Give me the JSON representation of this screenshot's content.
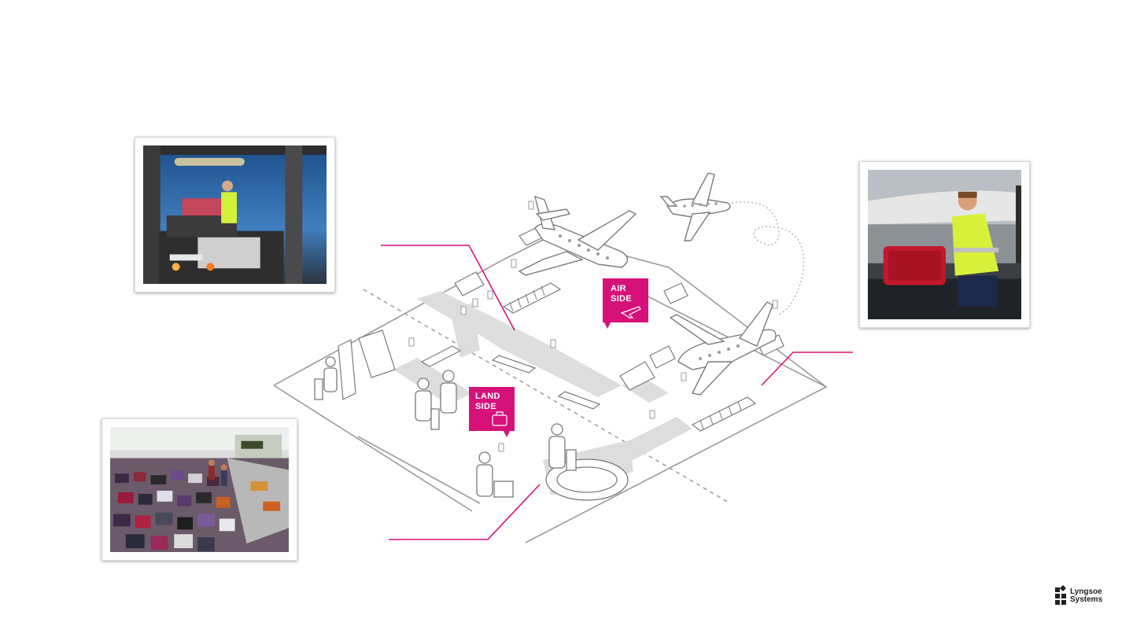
{
  "diagram": {
    "airside_label_line1": "AIR",
    "airside_label_line2": "SIDE",
    "landside_label_line1": "LAND",
    "landside_label_line2": "SIDE",
    "accent_color": "#d6127a",
    "outline_color": "#9a9a9a",
    "zone_fill": "#dcdcdc"
  },
  "photos": [
    {
      "name": "photo-tug-loading-baggage",
      "scene": "night apron, worker on baggage tug"
    },
    {
      "name": "photo-worker-loading-suitcase",
      "scene": "worker in high-visibility jacket loading red suitcase"
    },
    {
      "name": "photo-baggage-claim-hall",
      "scene": "crowded baggage reclaim hall"
    }
  ],
  "logo": {
    "line1": "Lyngsoe",
    "line2": "Systems"
  }
}
